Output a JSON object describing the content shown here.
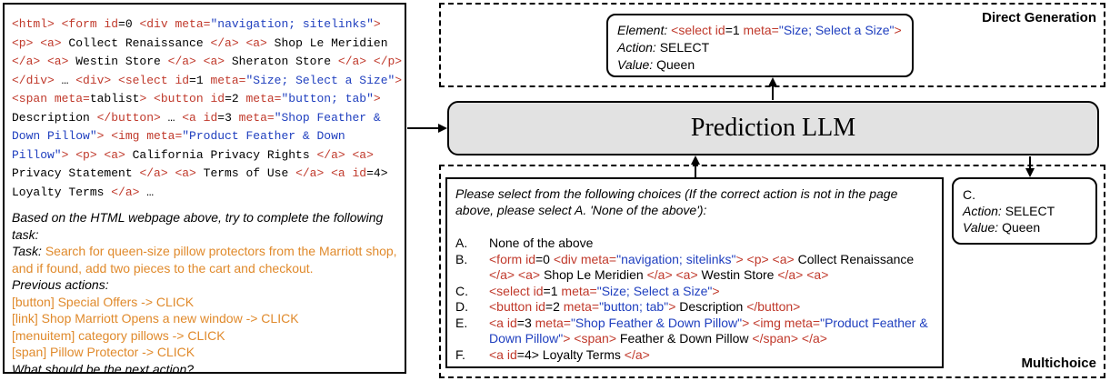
{
  "input_panel": {
    "html_code": [
      {
        "t": "<html> <form ",
        "c": "red"
      },
      {
        "t": "id",
        "c": "red"
      },
      {
        "t": "=0 ",
        "c": ""
      },
      {
        "t": "<div ",
        "c": "red"
      },
      {
        "t": "meta=",
        "c": "red"
      },
      {
        "t": "\"navigation; sitelinks\"",
        "c": "blue"
      },
      {
        "t": "> <p> <a> ",
        "c": "red"
      },
      {
        "t": "Collect Renaissance ",
        "c": ""
      },
      {
        "t": "</a> <a> ",
        "c": "red"
      },
      {
        "t": "Shop Le Meridien ",
        "c": ""
      },
      {
        "t": "</a> <a> ",
        "c": "red"
      },
      {
        "t": "Westin Store ",
        "c": ""
      },
      {
        "t": "</a> <a> ",
        "c": "red"
      },
      {
        "t": "Sheraton Store ",
        "c": ""
      },
      {
        "t": "</a> </p> </div> ",
        "c": "red"
      },
      {
        "t": "… ",
        "c": ""
      },
      {
        "t": "<div> <select ",
        "c": "red"
      },
      {
        "t": "id",
        "c": "red"
      },
      {
        "t": "=1 ",
        "c": ""
      },
      {
        "t": "meta=",
        "c": "red"
      },
      {
        "t": "\"Size; Select a Size\"",
        "c": "blue"
      },
      {
        "t": "> <span ",
        "c": "red"
      },
      {
        "t": "meta=",
        "c": "red"
      },
      {
        "t": "tablist",
        "c": ""
      },
      {
        "t": "> <button ",
        "c": "red"
      },
      {
        "t": "id",
        "c": "red"
      },
      {
        "t": "=2 ",
        "c": ""
      },
      {
        "t": "meta=",
        "c": "red"
      },
      {
        "t": "\"button; tab\"",
        "c": "blue"
      },
      {
        "t": "> ",
        "c": "red"
      },
      {
        "t": "Description ",
        "c": ""
      },
      {
        "t": "</button> ",
        "c": "red"
      },
      {
        "t": "… ",
        "c": ""
      },
      {
        "t": "<a ",
        "c": "red"
      },
      {
        "t": "id",
        "c": "red"
      },
      {
        "t": "=3 ",
        "c": ""
      },
      {
        "t": "meta=",
        "c": "red"
      },
      {
        "t": "\"Shop Feather & Down Pillow\"",
        "c": "blue"
      },
      {
        "t": "> <img ",
        "c": "red"
      },
      {
        "t": "meta=",
        "c": "red"
      },
      {
        "t": "\"Product Feather & Down Pillow\"",
        "c": "blue"
      },
      {
        "t": "> <p> <a> ",
        "c": "red"
      },
      {
        "t": "California Privacy Rights ",
        "c": ""
      },
      {
        "t": "</a> <a> ",
        "c": "red"
      },
      {
        "t": "Privacy Statement ",
        "c": ""
      },
      {
        "t": "</a> <a> ",
        "c": "red"
      },
      {
        "t": "Terms of Use ",
        "c": ""
      },
      {
        "t": "</a> <a ",
        "c": "red"
      },
      {
        "t": "id",
        "c": "red"
      },
      {
        "t": "=4> ",
        "c": ""
      },
      {
        "t": "Loyalty Terms ",
        "c": ""
      },
      {
        "t": "</a> ",
        "c": "red"
      },
      {
        "t": "…",
        "c": ""
      }
    ],
    "instruction": "Based on the HTML webpage above, try to complete the following task:",
    "task_label": "Task:",
    "task_text": "Search for queen-size pillow protectors from the Marriott shop, and if found, add two pieces to the cart and checkout.",
    "previous_label": "Previous actions:",
    "previous_actions": [
      "[button] Special Offers -> CLICK",
      "[link] Shop Marriott Opens a new window -> CLICK",
      "[menuitem] category pillows -> CLICK",
      "[span] Pillow Protector -> CLICK"
    ],
    "question": "What should be the next action?"
  },
  "direct_generation": {
    "title": "Direct Generation",
    "element_label": "Element:",
    "element_parts": [
      {
        "t": "<select ",
        "c": "red"
      },
      {
        "t": "id",
        "c": "red"
      },
      {
        "t": "=1  ",
        "c": ""
      },
      {
        "t": "meta=",
        "c": "red"
      },
      {
        "t": "\"Size; Select a Size\"",
        "c": "blue"
      },
      {
        "t": ">",
        "c": "red"
      }
    ],
    "action_label": "Action:",
    "action_value": "SELECT",
    "value_label": "Value:",
    "value_value": "Queen"
  },
  "prediction_llm": {
    "label": "Prediction LLM"
  },
  "multichoice": {
    "title": "Multichoice",
    "instruction": "Please select from the following choices (If the correct action is not in the page above, please select A. 'None of the above'):",
    "choices": [
      {
        "letter": "A.",
        "parts": [
          {
            "t": "None of the above",
            "c": ""
          }
        ]
      },
      {
        "letter": "B.",
        "parts": [
          {
            "t": "<form ",
            "c": "red"
          },
          {
            "t": "id",
            "c": "red"
          },
          {
            "t": "=0 ",
            "c": ""
          },
          {
            "t": "<div ",
            "c": "red"
          },
          {
            "t": "meta=",
            "c": "red"
          },
          {
            "t": "\"navigation; sitelinks\"",
            "c": "blue"
          },
          {
            "t": "> <p> <a> ",
            "c": "red"
          },
          {
            "t": "Collect Renaissance ",
            "c": ""
          },
          {
            "t": "</a> <a> ",
            "c": "red"
          },
          {
            "t": "Shop Le Meridien ",
            "c": ""
          },
          {
            "t": "</a> <a> ",
            "c": "red"
          },
          {
            "t": "Westin Store ",
            "c": ""
          },
          {
            "t": "</a> <a>",
            "c": "red"
          }
        ]
      },
      {
        "letter": "C.",
        "parts": [
          {
            "t": "<select ",
            "c": "red"
          },
          {
            "t": "id",
            "c": "red"
          },
          {
            "t": "=1  ",
            "c": ""
          },
          {
            "t": "meta=",
            "c": "red"
          },
          {
            "t": "\"Size; Select a Size\"",
            "c": "blue"
          },
          {
            "t": ">",
            "c": "red"
          }
        ]
      },
      {
        "letter": "D.",
        "parts": [
          {
            "t": "<button ",
            "c": "red"
          },
          {
            "t": "id",
            "c": "red"
          },
          {
            "t": "=2  ",
            "c": ""
          },
          {
            "t": "meta=",
            "c": "red"
          },
          {
            "t": "\"button; tab\"",
            "c": "blue"
          },
          {
            "t": "> ",
            "c": "red"
          },
          {
            "t": "Description ",
            "c": ""
          },
          {
            "t": "</button>",
            "c": "red"
          }
        ]
      },
      {
        "letter": "E.",
        "parts": [
          {
            "t": "<a ",
            "c": "red"
          },
          {
            "t": "id",
            "c": "red"
          },
          {
            "t": "=3 ",
            "c": ""
          },
          {
            "t": "meta=",
            "c": "red"
          },
          {
            "t": "\"Shop Feather & Down Pillow\"",
            "c": "blue"
          },
          {
            "t": "> <img ",
            "c": "red"
          },
          {
            "t": "meta=",
            "c": "red"
          },
          {
            "t": "\"Product Feather & Down Pillow\"",
            "c": "blue"
          },
          {
            "t": "> <span> ",
            "c": "red"
          },
          {
            "t": "Feather & Down Pillow ",
            "c": ""
          },
          {
            "t": "</span> </a>",
            "c": "red"
          }
        ]
      },
      {
        "letter": "F.",
        "parts": [
          {
            "t": "<a ",
            "c": "red"
          },
          {
            "t": "id",
            "c": "red"
          },
          {
            "t": "=4> ",
            "c": ""
          },
          {
            "t": "Loyalty Terms ",
            "c": ""
          },
          {
            "t": "</a>",
            "c": "red"
          }
        ]
      }
    ],
    "answer_letter": "C.",
    "action_label": "Action:",
    "action_value": "SELECT",
    "value_label": "Value:",
    "value_value": "Queen"
  },
  "colors": {
    "tag": "#c0392b",
    "string": "#1f3fbf",
    "task": "#e08a2c",
    "llm_fill": "#e2e2e2"
  }
}
